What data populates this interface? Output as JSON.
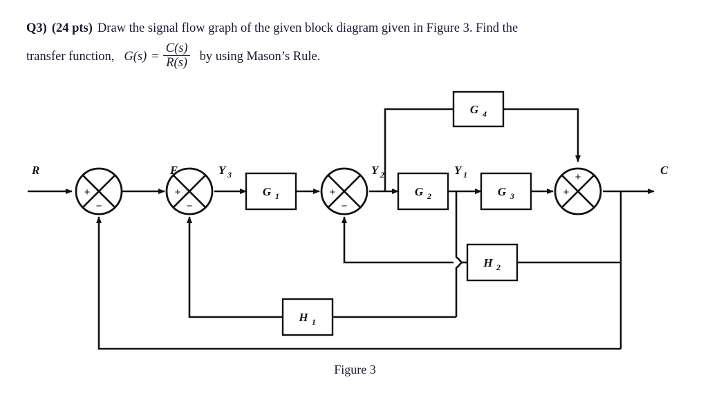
{
  "question": {
    "number": "Q3)",
    "points": "(24 pts)",
    "line1_text": "Draw the signal flow graph of the given block diagram given in Figure 3. Find the",
    "line2_prefix": "transfer function,",
    "transfer_symbol": "G(s)",
    "equals": "=",
    "fraction_numerator": "C(s)",
    "fraction_denominator": "R(s)",
    "line2_suffix": "by using Mason’s Rule."
  },
  "figure": {
    "caption": "Figure 3",
    "blocks": [
      {
        "id": "G1",
        "label": "G",
        "sub": "1"
      },
      {
        "id": "G2",
        "label": "G",
        "sub": "2"
      },
      {
        "id": "G3",
        "label": "G",
        "sub": "3"
      },
      {
        "id": "G4",
        "label": "G",
        "sub": "4"
      },
      {
        "id": "H1",
        "label": "H",
        "sub": "1"
      },
      {
        "id": "H2",
        "label": "H",
        "sub": "2"
      }
    ],
    "signals": [
      {
        "id": "R",
        "label": "R",
        "sub": ""
      },
      {
        "id": "E",
        "label": "E",
        "sub": ""
      },
      {
        "id": "Y3",
        "label": "Y",
        "sub": "3"
      },
      {
        "id": "Y2",
        "label": "Y",
        "sub": "2"
      },
      {
        "id": "Y1",
        "label": "Y",
        "sub": "1"
      },
      {
        "id": "C",
        "label": "C",
        "sub": ""
      }
    ],
    "summing_junctions": [
      {
        "id": "sum1",
        "inputs": [
          "+",
          "−"
        ]
      },
      {
        "id": "sum2",
        "inputs": [
          "+",
          "−"
        ]
      },
      {
        "id": "sum3",
        "inputs": [
          "+",
          "−"
        ]
      },
      {
        "id": "sum4",
        "inputs": [
          "+",
          "+"
        ]
      }
    ],
    "colors": {
      "line": "#111111",
      "text": "#1a1a2e",
      "background": "#ffffff"
    }
  }
}
